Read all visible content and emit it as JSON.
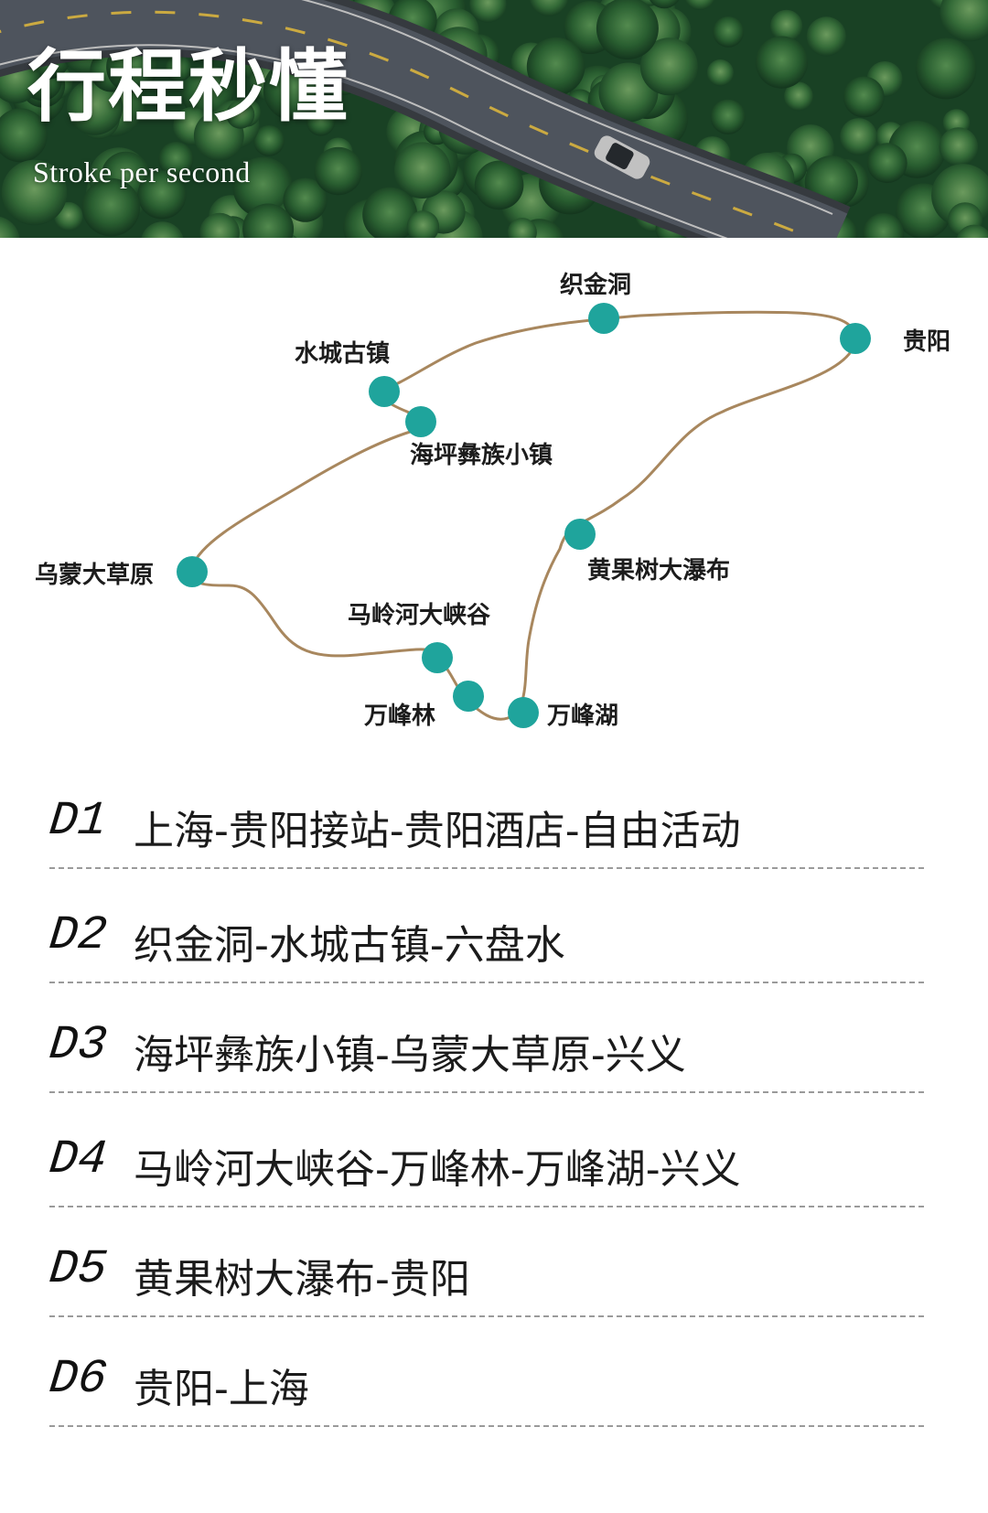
{
  "header": {
    "title": "行程秒懂",
    "subtitle": "Stroke per second"
  },
  "map": {
    "route_color": "#a8875e",
    "marker_color": "#1fa49c",
    "stops": [
      {
        "name": "织金洞"
      },
      {
        "name": "贵阳"
      },
      {
        "name": "水城古镇"
      },
      {
        "name": "海坪彝族小镇"
      },
      {
        "name": "乌蒙大草原"
      },
      {
        "name": "马岭河大峡谷"
      },
      {
        "name": "万峰林"
      },
      {
        "name": "万峰湖"
      },
      {
        "name": "黄果树大瀑布"
      }
    ]
  },
  "itinerary": [
    {
      "day": "D1",
      "route": "上海-贵阳接站-贵阳酒店-自由活动"
    },
    {
      "day": "D2",
      "route": "织金洞-水城古镇-六盘水"
    },
    {
      "day": "D3",
      "route": "海坪彝族小镇-乌蒙大草原-兴义"
    },
    {
      "day": "D4",
      "route": "马岭河大峡谷-万峰林-万峰湖-兴义"
    },
    {
      "day": "D5",
      "route": "黄果树大瀑布-贵阳"
    },
    {
      "day": "D6",
      "route": "贵阳-上海"
    }
  ]
}
